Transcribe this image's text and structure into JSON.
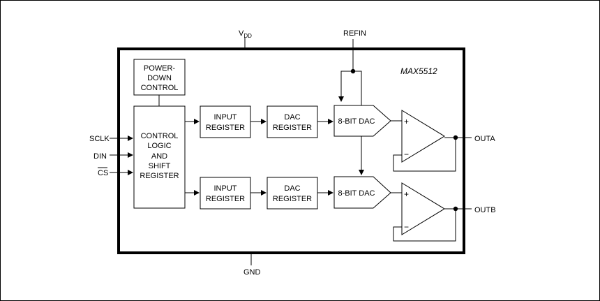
{
  "part_number": "MAX5512",
  "pins": {
    "vdd_main": "V",
    "vdd_sub": "DD",
    "refin": "REFIN",
    "gnd": "GND",
    "sclk": "SCLK",
    "din": "DIN",
    "cs": "CS",
    "outa": "OUTA",
    "outb": "OUTB"
  },
  "blocks": {
    "power_down": [
      "POWER-",
      "DOWN",
      "CONTROL"
    ],
    "control_logic": [
      "CONTROL",
      "LOGIC",
      "AND",
      "SHIFT",
      "REGISTER"
    ],
    "input_register_a": [
      "INPUT",
      "REGISTER"
    ],
    "input_register_b": [
      "INPUT",
      "REGISTER"
    ],
    "dac_register_a": [
      "DAC",
      "REGISTER"
    ],
    "dac_register_b": [
      "DAC",
      "REGISTER"
    ],
    "dac_a": "8-BIT DAC",
    "dac_b": "8-BIT DAC"
  },
  "amp_signs": {
    "plus": "+",
    "minus": "−"
  }
}
